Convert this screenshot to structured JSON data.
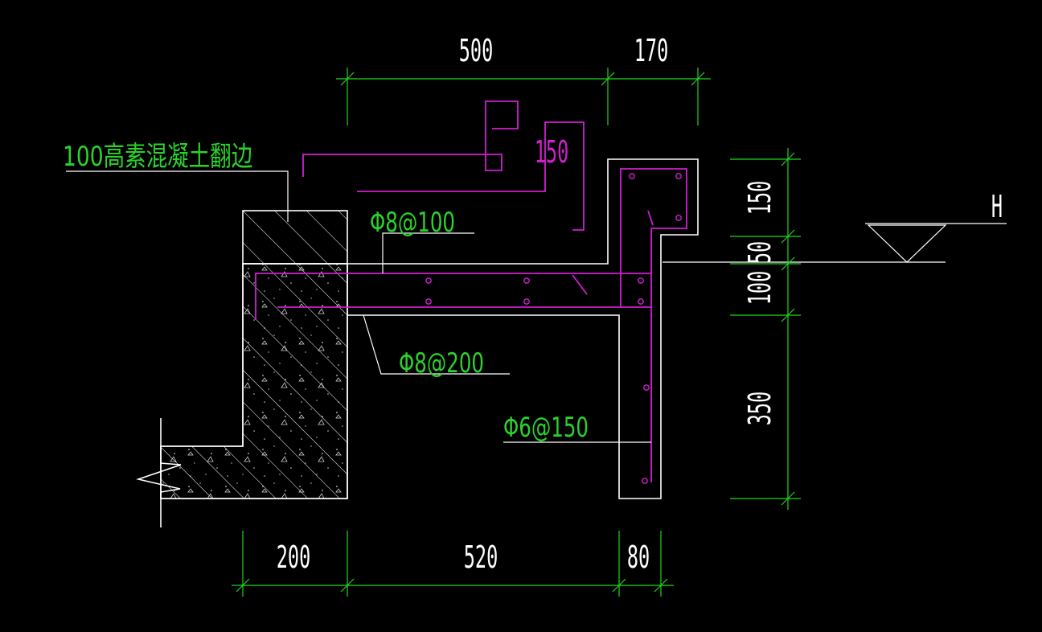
{
  "dimensions": {
    "top": [
      "500",
      "170"
    ],
    "bottom": [
      "200",
      "520",
      "80"
    ],
    "right": [
      "150",
      "50",
      "100",
      "350"
    ],
    "hook": "150"
  },
  "labels": {
    "curb": "100高素混凝土翻边",
    "rebar_top": "Φ8@100",
    "rebar_bottom": "Φ8@200",
    "rebar_stirrup": "Φ6@150",
    "water_level": "H"
  },
  "colors": {
    "background": "#000000",
    "outline": "#ffffff",
    "dimension": "#1fd61f",
    "rebar": "#d21ed2",
    "label": "#2bd22b"
  }
}
